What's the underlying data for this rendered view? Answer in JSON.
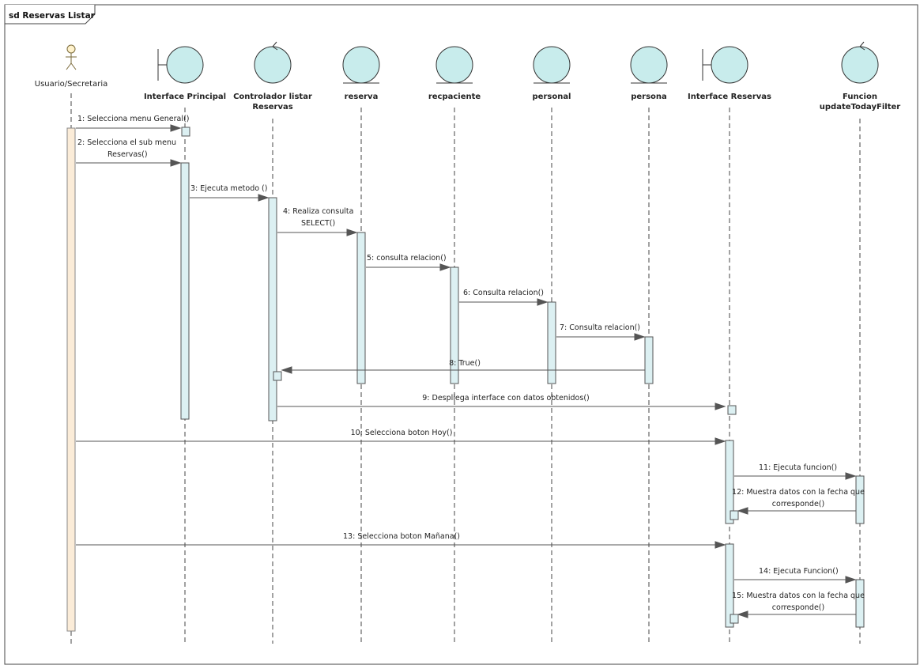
{
  "frame": {
    "title": "sd Reservas Listar"
  },
  "participants": [
    {
      "id": "usuario",
      "kind": "actor",
      "label_lines": [
        "Usuario/Secretaria"
      ],
      "bold": false
    },
    {
      "id": "interface-principal",
      "kind": "boundary",
      "label_lines": [
        "Interface Principal"
      ],
      "bold": true
    },
    {
      "id": "controlador",
      "kind": "control",
      "label_lines": [
        "Controlador listar",
        "Reservas"
      ],
      "bold": true
    },
    {
      "id": "reserva",
      "kind": "entity",
      "label_lines": [
        "reserva"
      ],
      "bold": true
    },
    {
      "id": "recpaciente",
      "kind": "entity",
      "label_lines": [
        "recpaciente"
      ],
      "bold": true
    },
    {
      "id": "personal",
      "kind": "entity",
      "label_lines": [
        "personal"
      ],
      "bold": true
    },
    {
      "id": "persona",
      "kind": "entity",
      "label_lines": [
        "persona"
      ],
      "bold": true
    },
    {
      "id": "interface-reservas",
      "kind": "boundary",
      "label_lines": [
        "Interface Reservas"
      ],
      "bold": true
    },
    {
      "id": "funcion",
      "kind": "control",
      "label_lines": [
        "Funcion",
        "updateTodayFilter"
      ],
      "bold": true
    }
  ],
  "messages": [
    {
      "lines": [
        "1: Selecciona menu General()"
      ]
    },
    {
      "lines": [
        "2: Selecciona el sub menu",
        "Reservas()"
      ]
    },
    {
      "lines": [
        "3: Ejecuta metodo ()"
      ]
    },
    {
      "lines": [
        "4: Realiza consulta",
        "SELECT()"
      ]
    },
    {
      "lines": [
        "5: consulta relacion()"
      ]
    },
    {
      "lines": [
        "6: Consulta relacion()"
      ]
    },
    {
      "lines": [
        "7: Consulta relacion()"
      ]
    },
    {
      "lines": [
        "8: True()"
      ]
    },
    {
      "lines": [
        "9: Despliega interface con datos obtenidos()"
      ]
    },
    {
      "lines": [
        "10: Selecciona boton Hoy()"
      ]
    },
    {
      "lines": [
        "11: Ejecuta funcion()"
      ]
    },
    {
      "lines": [
        "12: Muestra datos con la fecha que",
        "corresponde()"
      ]
    },
    {
      "lines": [
        "13: Selecciona boton Mañana()"
      ]
    },
    {
      "lines": [
        "14: Ejecuta Funcion()"
      ]
    },
    {
      "lines": [
        "15: Muestra datos con la fecha que",
        "corresponde()"
      ]
    }
  ]
}
